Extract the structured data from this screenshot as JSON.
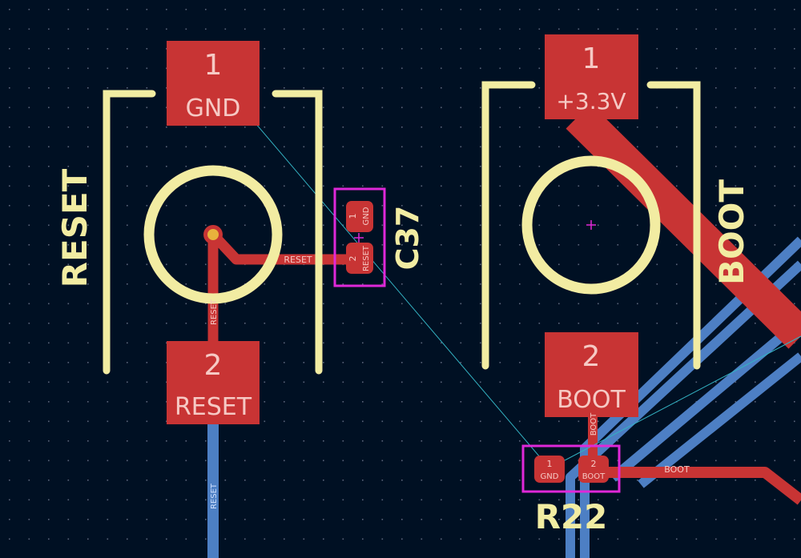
{
  "board": {
    "colors": {
      "background": "#001023",
      "grid": "#5a6479",
      "copper_front": "#c83434",
      "copper_back": "#4d7fc4",
      "silkscreen": "#f2eca2",
      "courtyard": "#e028d8",
      "ratsnest": "#33b2c2"
    }
  },
  "components": {
    "sw_reset": {
      "label": "RESET",
      "pad1": {
        "number": "1",
        "net": "GND"
      },
      "pad2": {
        "number": "2",
        "net": "RESET"
      }
    },
    "sw_boot": {
      "label": "BOOT",
      "pad1": {
        "number": "1",
        "net": "+3.3V"
      },
      "pad2": {
        "number": "2",
        "net": "BOOT"
      }
    },
    "c37": {
      "ref": "C37",
      "pad1": {
        "number": "1",
        "net": "GND"
      },
      "pad2": {
        "number": "2",
        "net": "RESET"
      }
    },
    "r22": {
      "ref": "R22",
      "pad1": {
        "number": "1",
        "net": "GND"
      },
      "pad2": {
        "number": "2",
        "net": "BOOT"
      }
    }
  },
  "tracks": {
    "reset_front_label": "RESET",
    "reset_vertical_label": "RESET",
    "reset_back_label": "RESET",
    "boot_vertical_label": "BOOT",
    "boot_horizontal_label": "BOOT"
  }
}
